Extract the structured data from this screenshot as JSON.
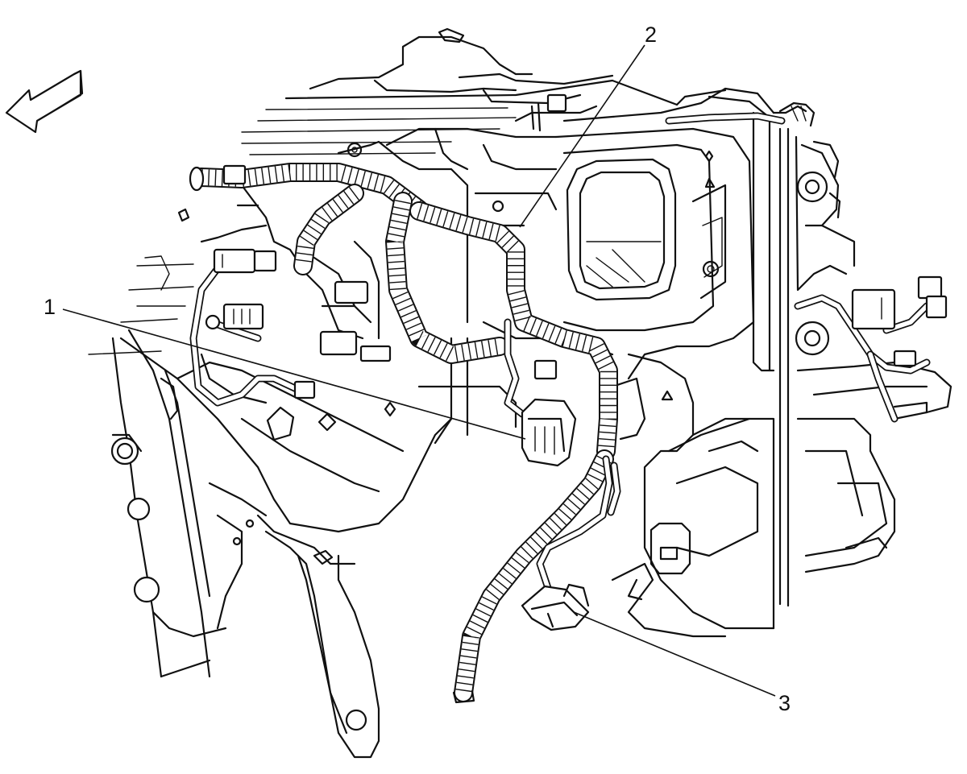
{
  "diagram": {
    "type": "technical-line-illustration",
    "callouts": [
      {
        "label": "1"
      },
      {
        "label": "2"
      },
      {
        "label": "3"
      }
    ]
  },
  "icons": {
    "direction_arrow": "front-direction-arrow-icon"
  },
  "colors": {
    "line": "#111111",
    "background": "#ffffff"
  }
}
